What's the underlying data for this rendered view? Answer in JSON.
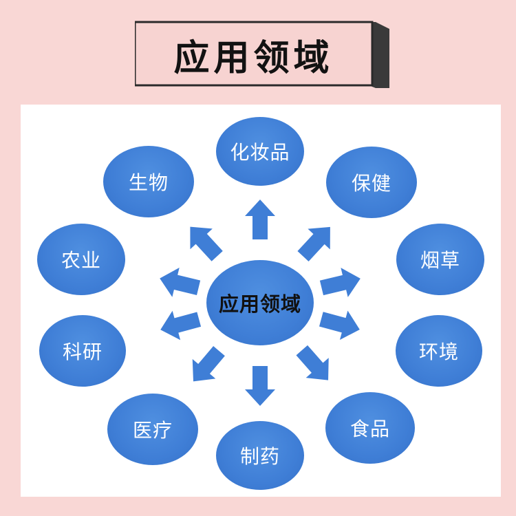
{
  "title": "应用领域",
  "center": {
    "label": "应用领域"
  },
  "nodes": [
    {
      "id": "cosmetics",
      "label": "化妆品"
    },
    {
      "id": "health",
      "label": "保健"
    },
    {
      "id": "tobacco",
      "label": "烟草"
    },
    {
      "id": "environment",
      "label": "环境"
    },
    {
      "id": "food",
      "label": "食品"
    },
    {
      "id": "pharma",
      "label": "制药"
    },
    {
      "id": "medical",
      "label": "医疗"
    },
    {
      "id": "research",
      "label": "科研"
    },
    {
      "id": "agriculture",
      "label": "农业"
    },
    {
      "id": "biology",
      "label": "生物"
    }
  ],
  "colors": {
    "background": "#f9d7d5",
    "node_fill": "#3f7ed6",
    "arrow_fill": "#3f7ed6",
    "panel": "#ffffff"
  }
}
